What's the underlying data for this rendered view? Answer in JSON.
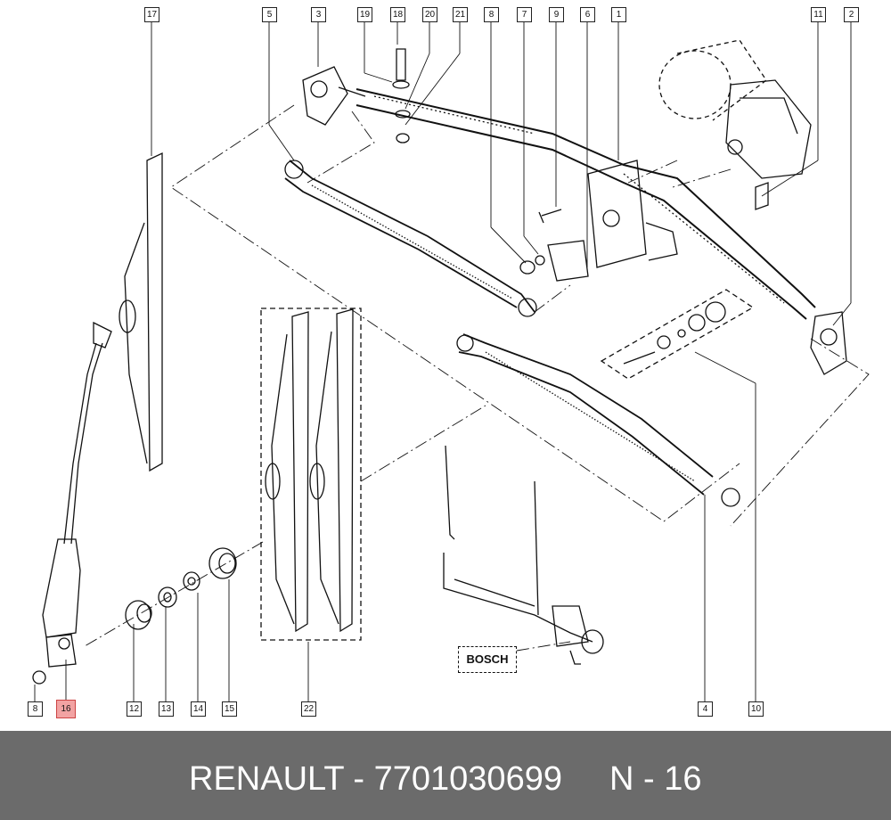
{
  "callouts": [
    "17",
    "5",
    "3",
    "19",
    "18",
    "20",
    "21",
    "8",
    "7",
    "9",
    "6",
    "1",
    "11",
    "2",
    "8",
    "16",
    "12",
    "13",
    "14",
    "15",
    "22",
    "4",
    "10"
  ],
  "highlighted_callout": "16",
  "bosch_label": "BOSCH",
  "footer": {
    "part_text": "RENAULT - 7701030699",
    "ref_text": "N - 16"
  },
  "colors": {
    "footer_bg": "#6b6b6b",
    "highlight": "#f2a3a3",
    "line": "#111111"
  }
}
